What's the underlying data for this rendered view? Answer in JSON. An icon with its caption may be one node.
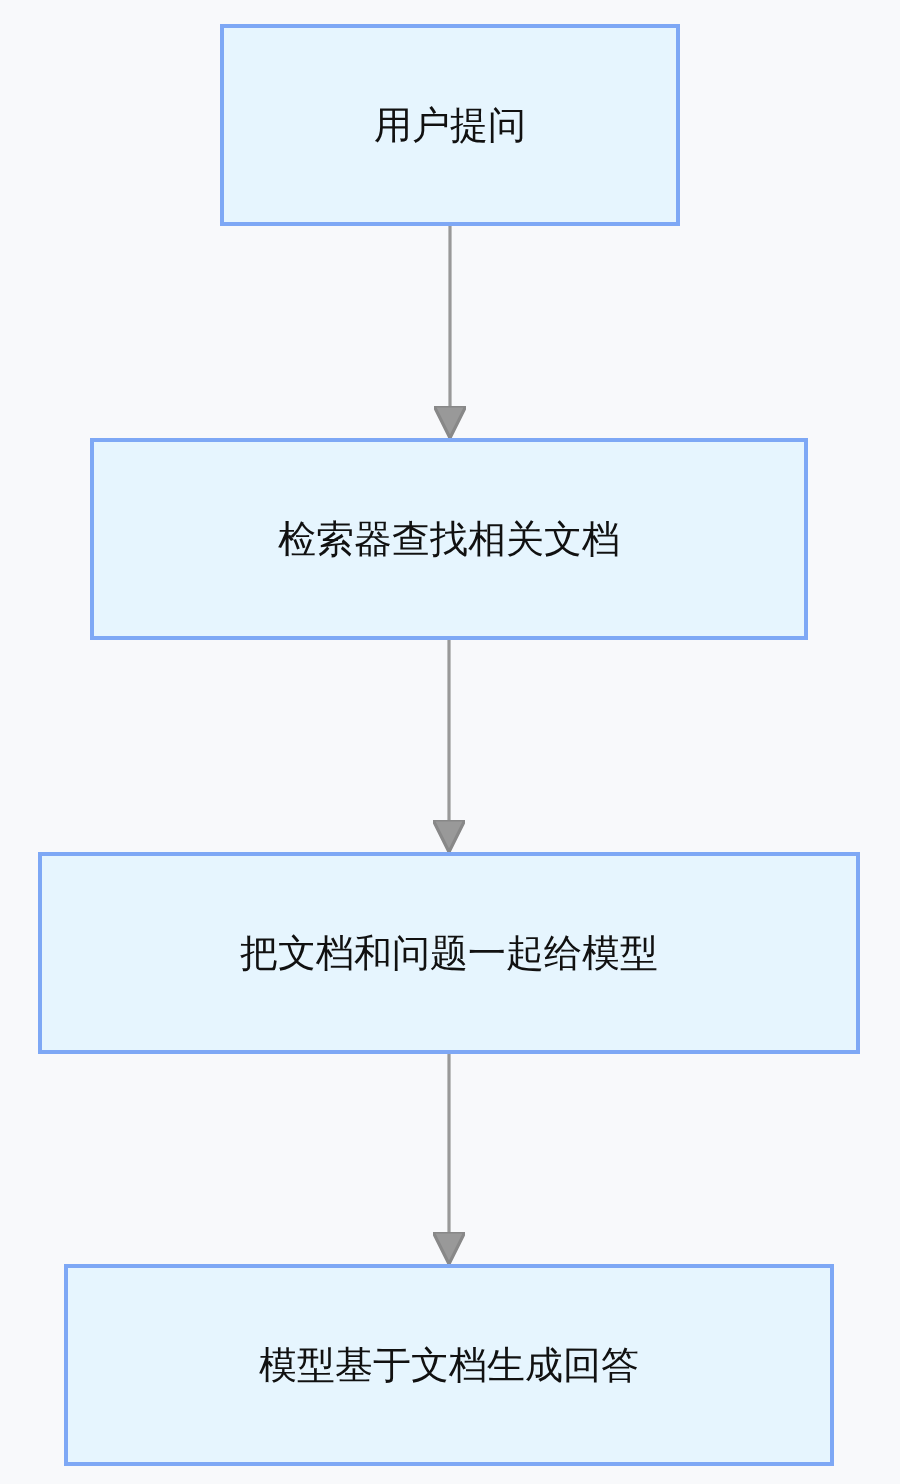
{
  "diagram": {
    "nodes": [
      {
        "text": [
          "用户提问"
        ]
      },
      {
        "text": [
          "检索器查找相关文档"
        ]
      },
      {
        "text": [
          "把文档和问题一起给模型"
        ]
      },
      {
        "text": [
          "模型基于文档生成回答"
        ]
      }
    ],
    "edges": [
      {
        "from": 0,
        "to": 1,
        "arrow": "to"
      },
      {
        "from": 1,
        "to": 2,
        "arrow": "to"
      },
      {
        "from": 2,
        "to": 3,
        "arrow": "to"
      }
    ]
  }
}
